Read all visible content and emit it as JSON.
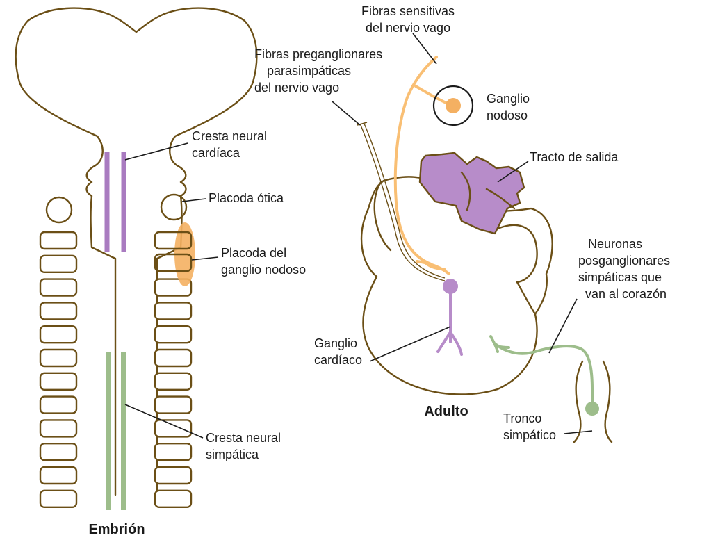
{
  "colors": {
    "outline": "#6b4f16",
    "purple": "#a97bc0",
    "purple_fill": "#b78cc9",
    "orange": "#f9bf74",
    "orange_fill": "#f4b062",
    "green": "#9dbd8b",
    "text": "#1a1a1a"
  },
  "embryo": {
    "title": "Embrión",
    "labels": {
      "cardiac_crest_1": "Cresta neural",
      "cardiac_crest_2": "cardíaca",
      "otic_placode": "Placoda ótica",
      "nodose_placode_1": "Placoda del",
      "nodose_placode_2": "ganglio nodoso",
      "symp_crest_1": "Cresta neural",
      "symp_crest_2": "simpática"
    }
  },
  "adult": {
    "title": "Adulto",
    "labels": {
      "sensory_1": "Fibras sensitivas",
      "sensory_2": "del nervio vago",
      "pregang_1": "Fibras preganglionares",
      "pregang_2": "parasimpáticas",
      "pregang_3": "del nervio vago",
      "nodose_1": "Ganglio",
      "nodose_2": "nodoso",
      "outflow": "Tracto de salida",
      "postgang_1": "Neuronas",
      "postgang_2": "posganglionares",
      "postgang_3": "simpáticas que",
      "postgang_4": "van al corazón",
      "cardiac_1": "Ganglio",
      "cardiac_2": "cardíaco",
      "trunk_1": "Tronco",
      "trunk_2": "simpático"
    }
  }
}
